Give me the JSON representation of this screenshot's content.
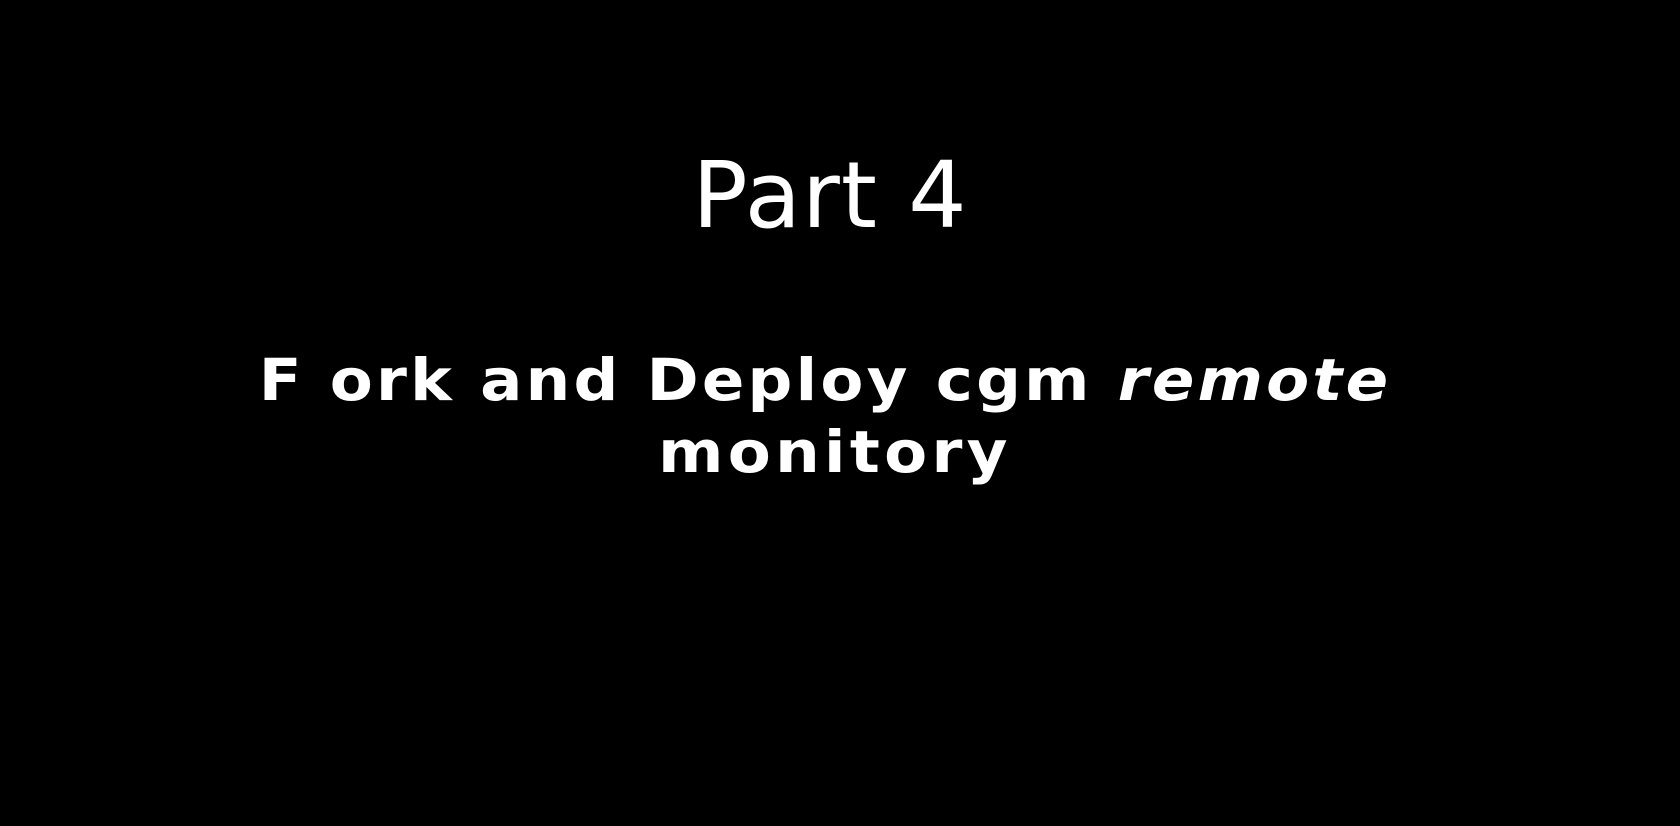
{
  "slide": {
    "background_color": "#000000",
    "text_color": "#ffffff",
    "title": "Part 4",
    "subtitle": {
      "line1_part1": "F ork and Deploy cgm ",
      "line1_part2_italic": "remote",
      "line2": "monitory"
    }
  }
}
